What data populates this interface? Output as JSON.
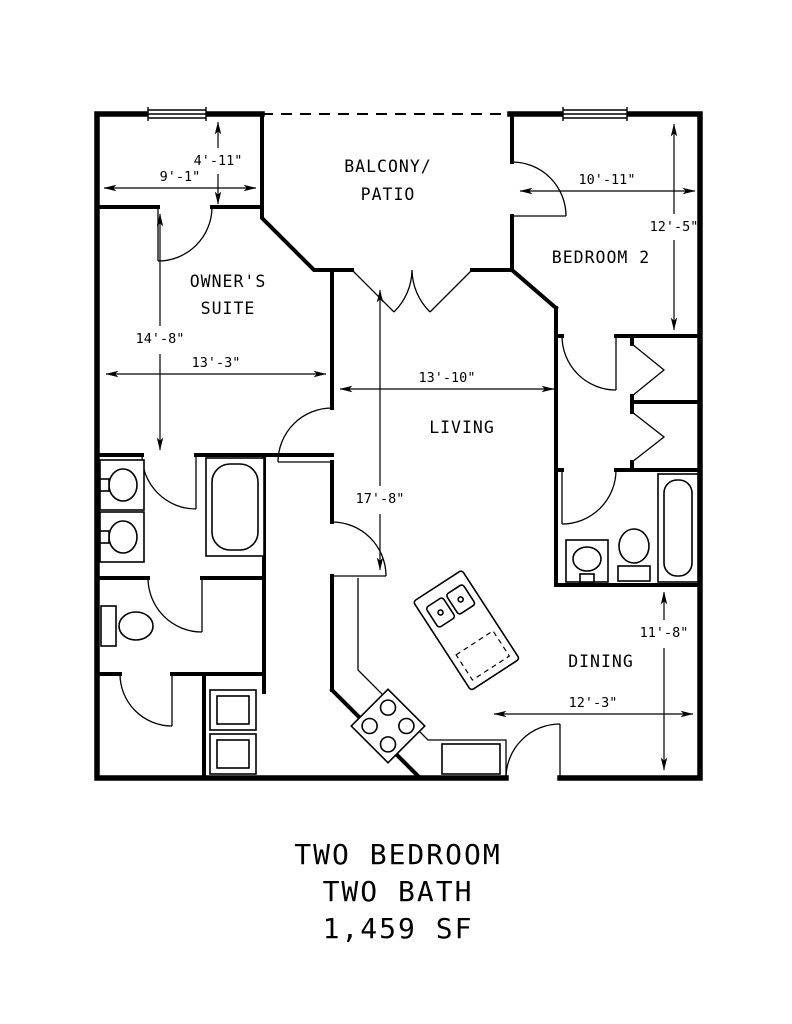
{
  "rooms": {
    "balcony_line1": "BALCONY/",
    "balcony_line2": "PATIO",
    "owners_line1": "OWNER'S",
    "owners_line2": "SUITE",
    "bedroom2": "BEDROOM 2",
    "living": "LIVING",
    "dining": "DINING"
  },
  "dimensions": {
    "balcony_depth": "4'-11\"",
    "balcony_width": "9'-1\"",
    "bedroom2_width": "10'-11\"",
    "bedroom2_height": "12'-5\"",
    "owners_height": "14'-8\"",
    "owners_width": "13'-3\"",
    "living_width": "13'-10\"",
    "living_height": "17'-8\"",
    "dining_height": "11'-8\"",
    "dining_width": "12'-3\""
  },
  "title": {
    "line1": "TWO BEDROOM",
    "line2": "TWO BATH",
    "line3": "1,459 SF"
  }
}
